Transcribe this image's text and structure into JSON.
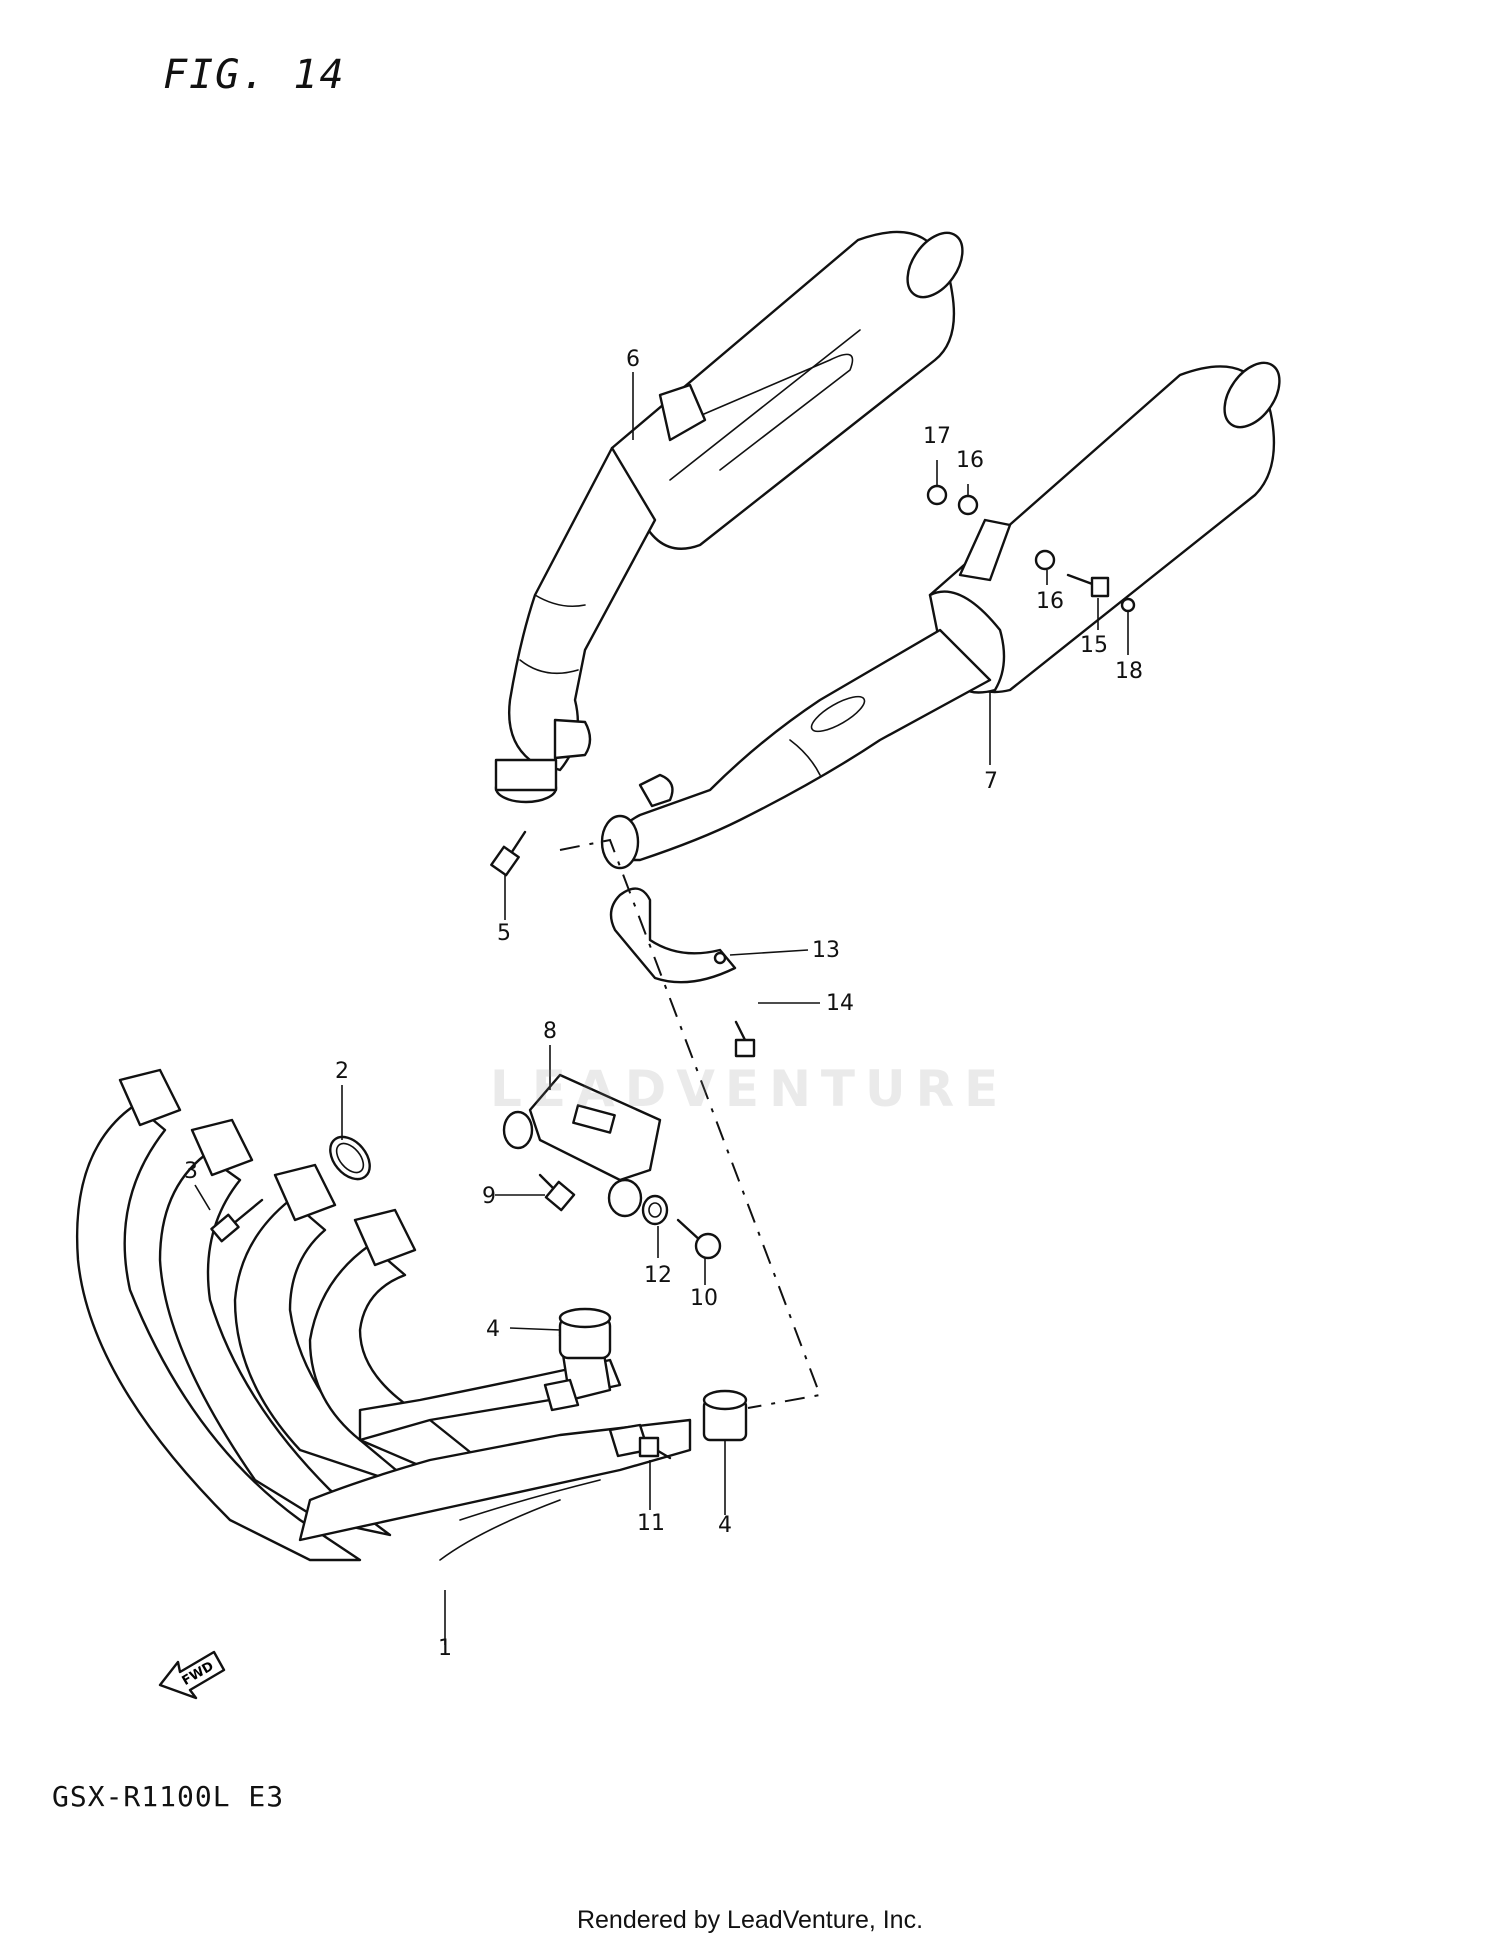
{
  "figure": {
    "title": "FIG. 14"
  },
  "model": "GSX-R1100L E3",
  "watermark": "LEADVENTURE",
  "footer": "Rendered by LeadVenture, Inc.",
  "fwd_label": "FWD",
  "callouts": {
    "c1": "1",
    "c2": "2",
    "c3": "3",
    "c4a": "4",
    "c4b": "4",
    "c5": "5",
    "c6": "6",
    "c7": "7",
    "c8": "8",
    "c9": "9",
    "c10": "10",
    "c11": "11",
    "c12": "12",
    "c13": "13",
    "c14": "14",
    "c15": "15",
    "c16a": "16",
    "c16b": "16",
    "c17": "17",
    "c18": "18"
  }
}
